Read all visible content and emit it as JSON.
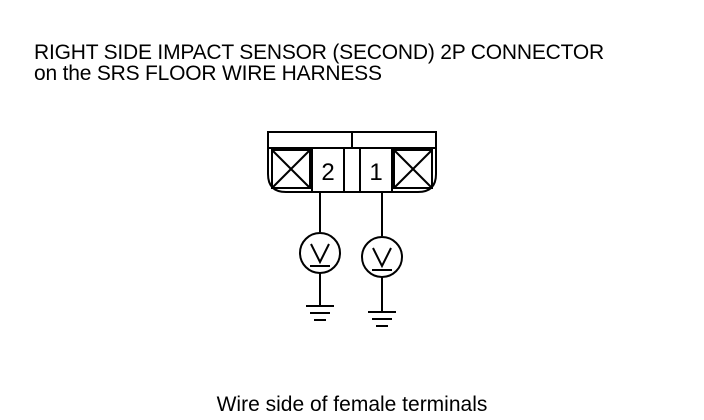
{
  "title": {
    "line1": "RIGHT SIDE IMPACT SENSOR (SECOND) 2P CONNECTOR",
    "line2": "on the SRS FLOOR WIRE HARNESS"
  },
  "connector": {
    "pins": [
      "2",
      "1"
    ]
  },
  "caption": "Wire side of female terminals",
  "colors": {
    "line": "#000000",
    "background": "#ffffff"
  }
}
